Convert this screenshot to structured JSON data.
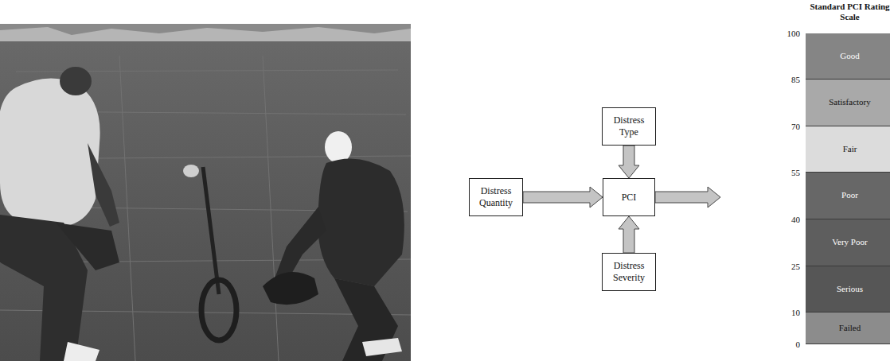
{
  "diagram": {
    "nodes": [
      {
        "text": [
          "Distress Type"
        ]
      },
      {
        "text": [
          "Distress Quantity"
        ]
      },
      {
        "text": [
          "PCI"
        ]
      },
      {
        "text": [
          "Distress Severity"
        ]
      },
      {
        "text": [
          "Standard PCI Rating Scale"
        ]
      },
      {
        "text": [
          "Good"
        ],
        "in": 4
      },
      {
        "text": [
          "Satisfactory"
        ],
        "in": 4
      },
      {
        "text": [
          "Fair"
        ],
        "in": 4
      },
      {
        "text": [
          "Poor"
        ],
        "in": 4
      },
      {
        "text": [
          "Very Poor"
        ],
        "in": 4
      },
      {
        "text": [
          "Serious"
        ],
        "in": 4
      },
      {
        "text": [
          "Failed"
        ],
        "in": 4
      }
    ],
    "edges": [
      {
        "from": 0,
        "to": 2,
        "arrow": "to"
      },
      {
        "from": 1,
        "to": 2,
        "arrow": "to"
      },
      {
        "from": 3,
        "to": 2,
        "arrow": "to"
      },
      {
        "from": 2,
        "to": 4,
        "arrow": "to"
      }
    ],
    "labels": [
      "100",
      "85",
      "70",
      "55",
      "40",
      "25",
      "10",
      "0"
    ]
  }
}
